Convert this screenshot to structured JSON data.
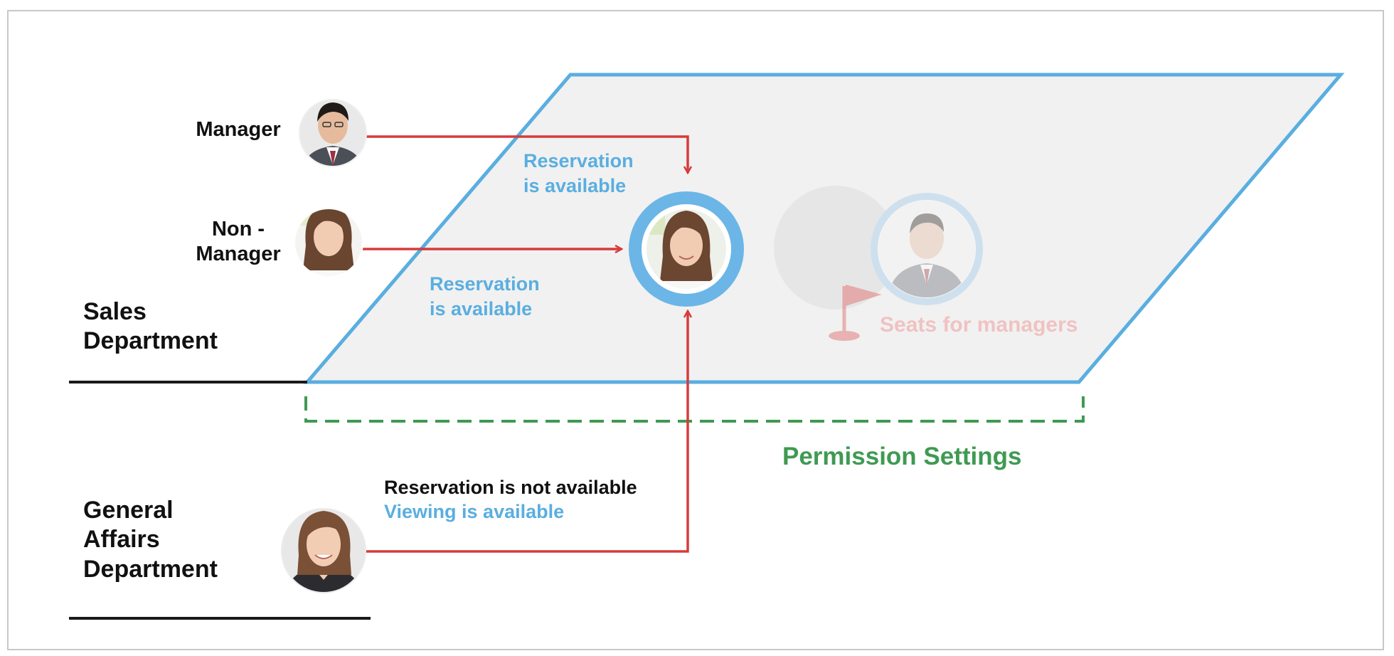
{
  "roles": {
    "manager": "Manager",
    "non_manager_line1": "Non -",
    "non_manager_line2": "Manager"
  },
  "departments": {
    "sales_line1": "Sales",
    "sales_line2": "Department",
    "ga_line1": "General",
    "ga_line2": "Affairs",
    "ga_line3": "Department"
  },
  "notes": {
    "manager_res_line1": "Reservation",
    "manager_res_line2": "is available",
    "nonmanager_res_line1": "Reservation",
    "nonmanager_res_line2": "is available",
    "ga_not_available": "Reservation is not available",
    "ga_viewing": "Viewing is available",
    "seats_for_managers": "Seats for managers",
    "permission_settings": "Permission Settings"
  },
  "colors": {
    "floor_outline": "#5aaee0",
    "floor_fill": "#f1f1f1",
    "arrow": "#d63b3b",
    "permission": "#3f9a52",
    "note_blue": "#5aaee0",
    "faded_red": "#ef8a8a"
  },
  "icons": {
    "manager_avatar": "person-male-suit-icon",
    "non_manager_avatar": "person-female-icon",
    "ga_avatar": "person-female-icon",
    "seat_avatar": "person-female-icon",
    "flag": "flag-icon"
  }
}
